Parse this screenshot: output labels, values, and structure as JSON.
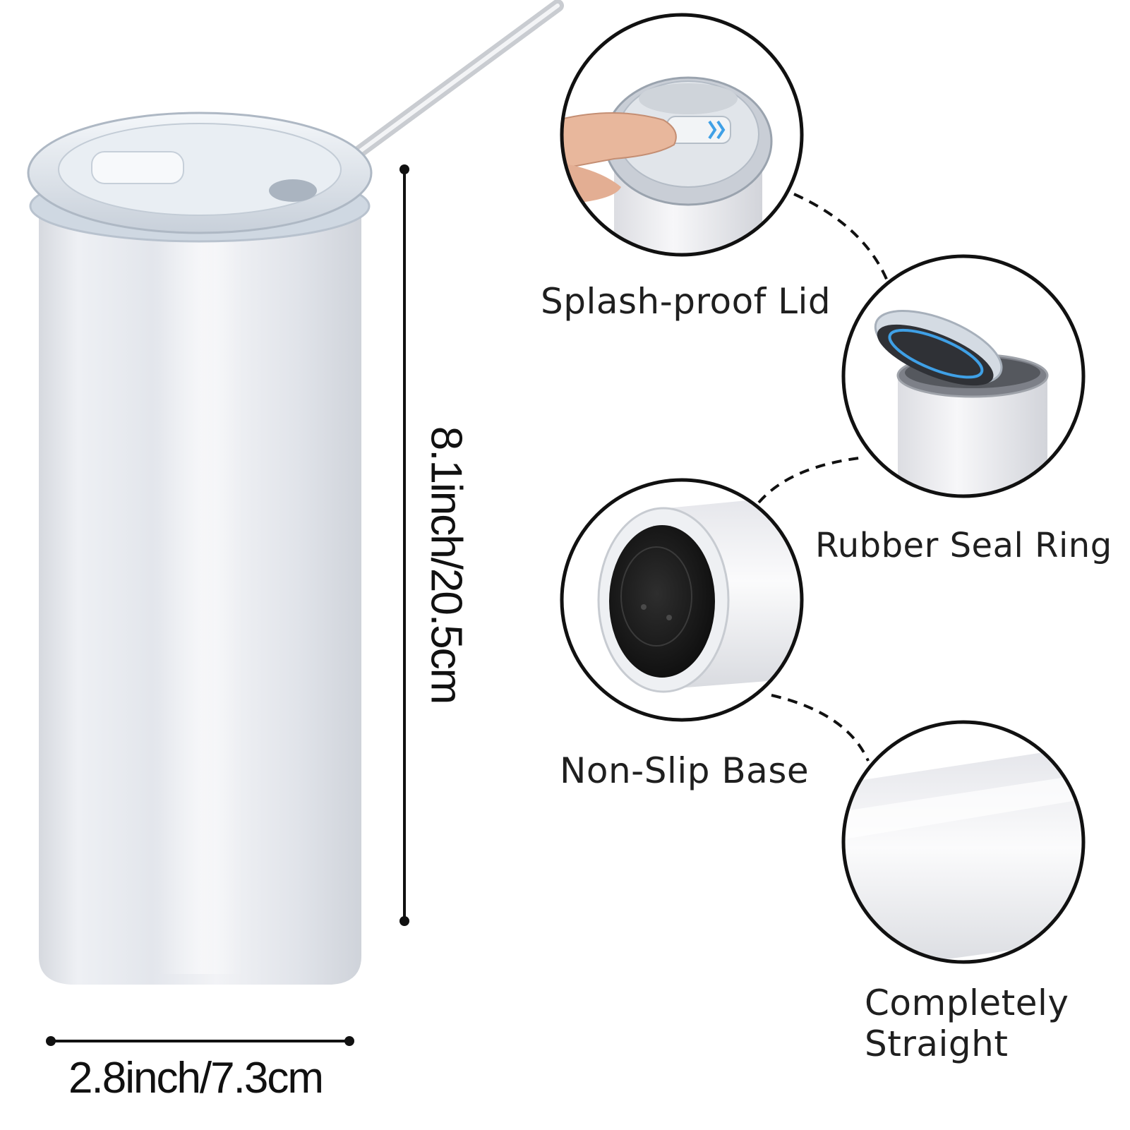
{
  "features": {
    "lid": "Splash-proof Lid",
    "seal": "Rubber Seal Ring",
    "base": "Non-Slip Base",
    "straight": [
      "Completely",
      "Straight"
    ]
  },
  "dimensions": {
    "width": "2.8inch/7.3cm",
    "height": "8.1inch/20.5cm"
  },
  "colors": {
    "tumbler_body": "#e6e9ef",
    "lid": "#dfe6ee",
    "straw": "#c9ccd1",
    "base_pad": "#1c1c1c",
    "outline": "#111111",
    "arrow_accent": "#3fa0e6"
  }
}
